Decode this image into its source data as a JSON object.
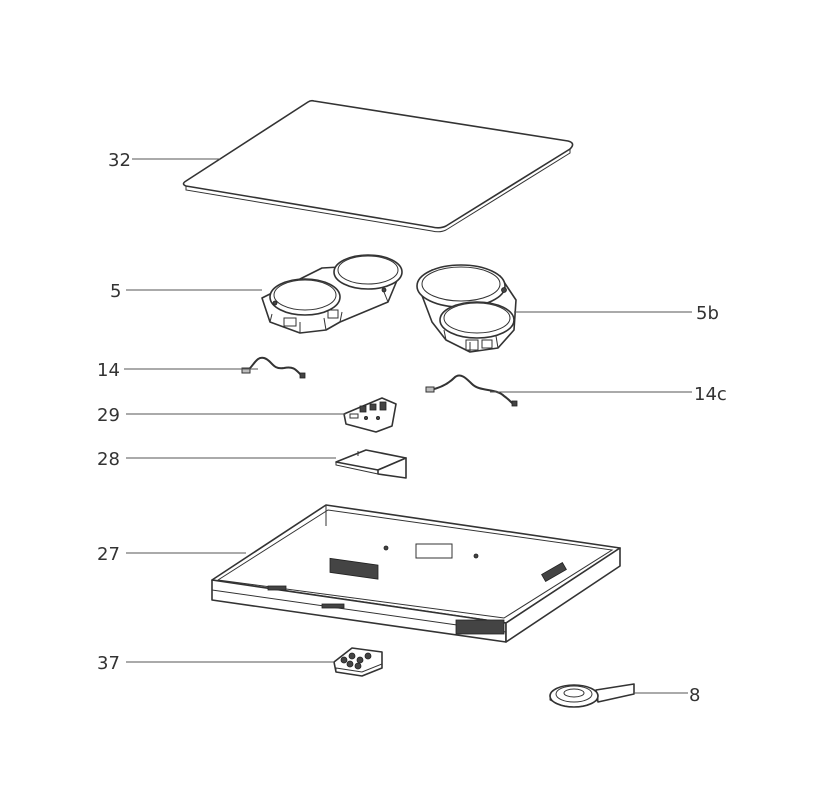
{
  "diagram": {
    "labels": {
      "p32": "32",
      "p5": "5",
      "p5b": "5b",
      "p14": "14",
      "p14c": "14c",
      "p29": "29",
      "p28": "28",
      "p27": "27",
      "p37": "37",
      "p8": "8"
    }
  },
  "colors": {
    "line": "#333333",
    "leader": "#555555",
    "background": "#ffffff"
  }
}
